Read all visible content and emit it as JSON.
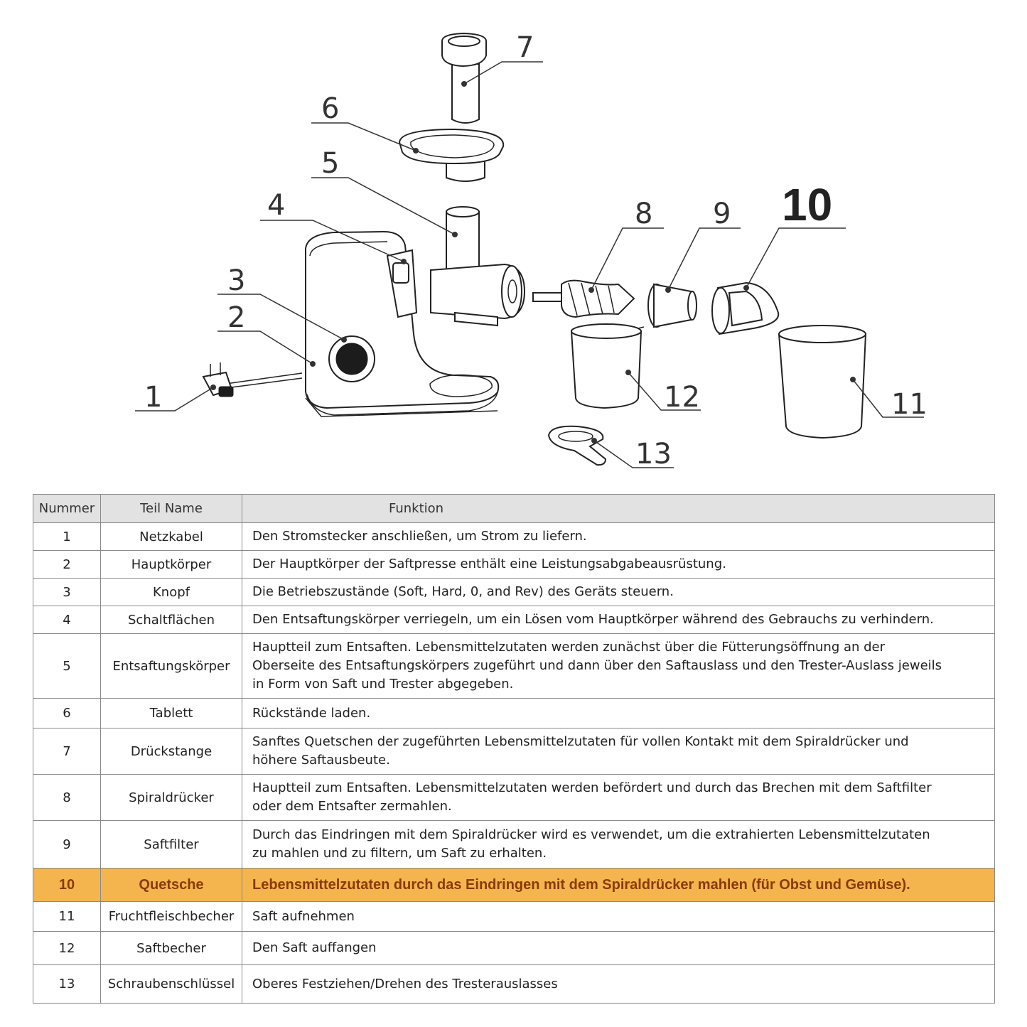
{
  "diagram": {
    "callouts": [
      "1",
      "2",
      "3",
      "4",
      "5",
      "6",
      "7",
      "8",
      "9",
      "10",
      "11",
      "12",
      "13"
    ],
    "highlight_callout": "10"
  },
  "table": {
    "headers": {
      "number": "Nummer",
      "name": "Teil Name",
      "function": "Funktion"
    },
    "highlight_color": "#f4b54f",
    "rows": [
      {
        "number": "1",
        "name": "Netzkabel",
        "function": "Den Stromstecker anschließen, um Strom zu liefern."
      },
      {
        "number": "2",
        "name": "Hauptkörper",
        "function": "Der Hauptkörper der Saftpresse enthält eine Leistungsabgabeausrüstung."
      },
      {
        "number": "3",
        "name": "Knopf",
        "function": "Die Betriebszustände (Soft, Hard, 0, and Rev) des Geräts steuern."
      },
      {
        "number": "4",
        "name": "Schaltflächen",
        "function": "Den Entsaftungskörper verriegeln, um ein Lösen vom Hauptkörper während des Gebrauchs zu verhindern."
      },
      {
        "number": "5",
        "name": "Entsaftungskörper",
        "function": "Hauptteil zum Entsaften. Lebensmittelzutaten werden zunächst über die Fütterungsöffnung an der Oberseite des Entsaftungskörpers zugeführt und dann über den Saftauslass und den Trester-Auslass jeweils in Form von Saft und Trester abgegeben."
      },
      {
        "number": "6",
        "name": "Tablett",
        "function": "Rückstände laden."
      },
      {
        "number": "7",
        "name": "Drückstange",
        "function": "Sanftes Quetschen der zugeführten Lebensmittelzutaten für vollen Kontakt mit dem Spiraldrücker und höhere Saftausbeute."
      },
      {
        "number": "8",
        "name": "Spiraldrücker",
        "function": "Hauptteil zum Entsaften. Lebensmittelzutaten werden befördert und durch das Brechen mit dem Saftfilter oder dem Entsafter zermahlen."
      },
      {
        "number": "9",
        "name": "Saftfilter",
        "function": "Durch das Eindringen mit dem Spiraldrücker wird es verwendet, um die extrahierten Lebensmittelzutaten zu mahlen und zu filtern, um Saft zu erhalten."
      },
      {
        "number": "10",
        "name": "Quetsche",
        "function": "Lebensmittelzutaten durch das Eindringen mit dem Spiraldrücker mahlen (für Obst und Gemüse).",
        "highlight": true
      },
      {
        "number": "11",
        "name": "Fruchtfleischbecher",
        "function": "Saft aufnehmen"
      },
      {
        "number": "12",
        "name": "Saftbecher",
        "function": "Den Saft auffangen"
      },
      {
        "number": "13",
        "name": "Schraubenschlüssel",
        "function": "Oberes Festziehen/Drehen des Tresterauslasses"
      }
    ]
  }
}
